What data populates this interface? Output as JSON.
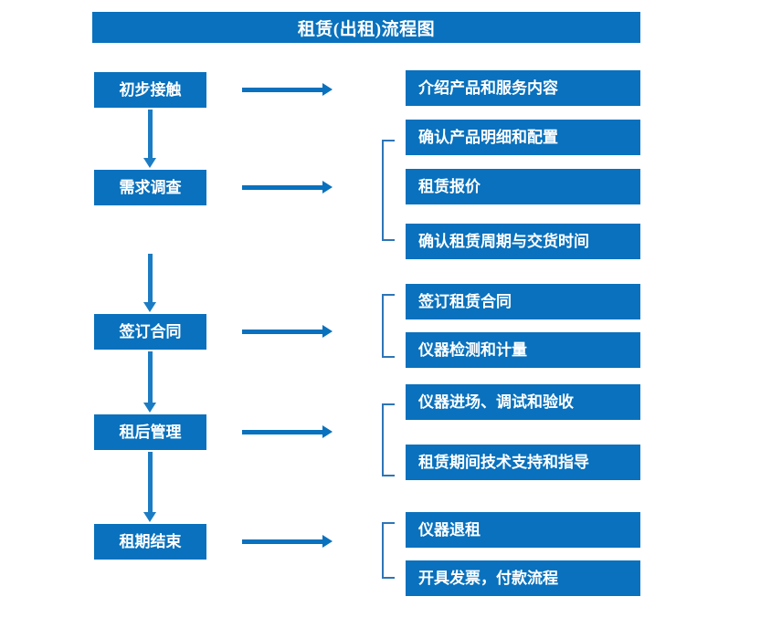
{
  "title": "租赁(出租)流程图",
  "theme": {
    "box_fill": "#0971BD",
    "box_text": "#FFFFFF",
    "arrow": "#0971BD",
    "bracket": "#2E75B6",
    "background": "#FFFFFF"
  },
  "stages": [
    {
      "label": "初步接触",
      "outputs": [
        "介绍产品和服务内容"
      ]
    },
    {
      "label": "需求调查",
      "outputs": [
        "确认产品明细和配置",
        "租赁报价",
        "确认租赁周期与交货时间"
      ]
    },
    {
      "label": "签订合同",
      "outputs": [
        "签订租赁合同",
        "仪器检测和计量"
      ]
    },
    {
      "label": "租后管理",
      "outputs": [
        "仪器进场、调试和验收",
        "租赁期间技术支持和指导"
      ]
    },
    {
      "label": "租期结束",
      "outputs": [
        "仪器退租",
        "开具发票，付款流程"
      ]
    }
  ],
  "right_boxes": {
    "b0": "介绍产品和服务内容",
    "b1": "确认产品明细和配置",
    "b2": "租赁报价",
    "b3": "确认租赁周期与交货时间",
    "b4": "签订租赁合同",
    "b5": "仪器检测和计量",
    "b6": "仪器进场、调试和验收",
    "b7": "租赁期间技术支持和指导",
    "b8": "仪器退租",
    "b9": "开具发票，付款流程"
  }
}
